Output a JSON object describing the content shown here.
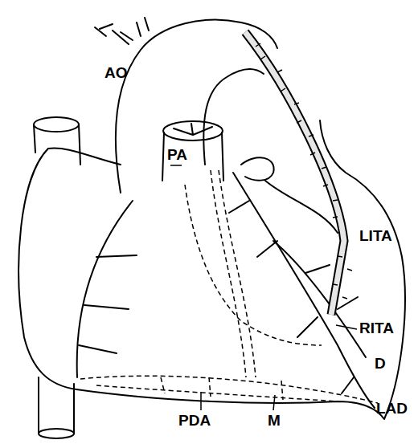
{
  "diagram": {
    "labels": [
      "AO",
      "PA",
      "LITA",
      "RITA",
      "D",
      "LAD",
      "PDA",
      "M"
    ]
  }
}
